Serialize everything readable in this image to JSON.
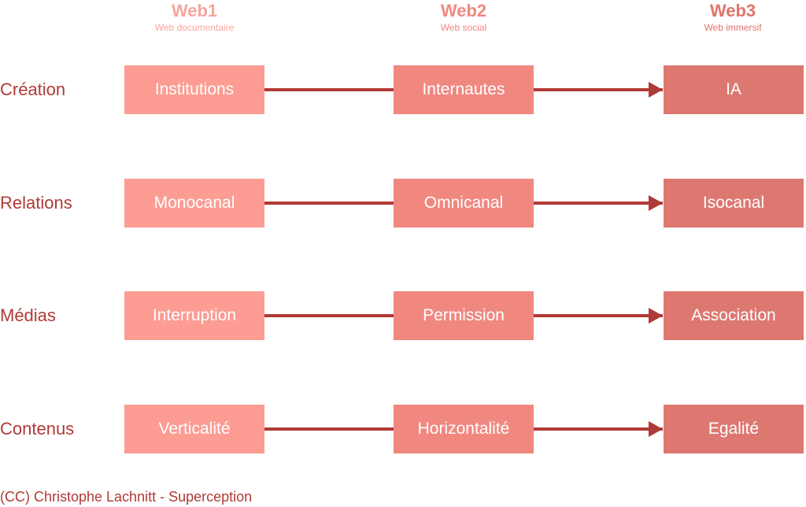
{
  "columns": [
    {
      "title": "Web1",
      "subtitle": "Web documentaire",
      "color": "#f7a59d"
    },
    {
      "title": "Web2",
      "subtitle": "Web social",
      "color": "#f08880"
    },
    {
      "title": "Web3",
      "subtitle": "Web immersif",
      "color": "#e0736c"
    }
  ],
  "rows": [
    {
      "label": "Création",
      "cells": [
        "Institutions",
        "Internautes",
        "IA"
      ]
    },
    {
      "label": "Relations",
      "cells": [
        "Monocanal",
        "Omnicanal",
        "Isocanal"
      ]
    },
    {
      "label": "Médias",
      "cells": [
        "Interruption",
        "Permission",
        "Association"
      ]
    },
    {
      "label": "Contenus",
      "cells": [
        "Verticalité",
        "Horizontalité",
        "Egalité"
      ]
    }
  ],
  "credit": "(CC) Christophe Lachnitt - Superception",
  "colors": {
    "label": "#b03a36",
    "arrow": "#b03a36",
    "box_col1": "#fc9c93",
    "box_col2": "#f08880",
    "box_col3": "#dd7871"
  }
}
